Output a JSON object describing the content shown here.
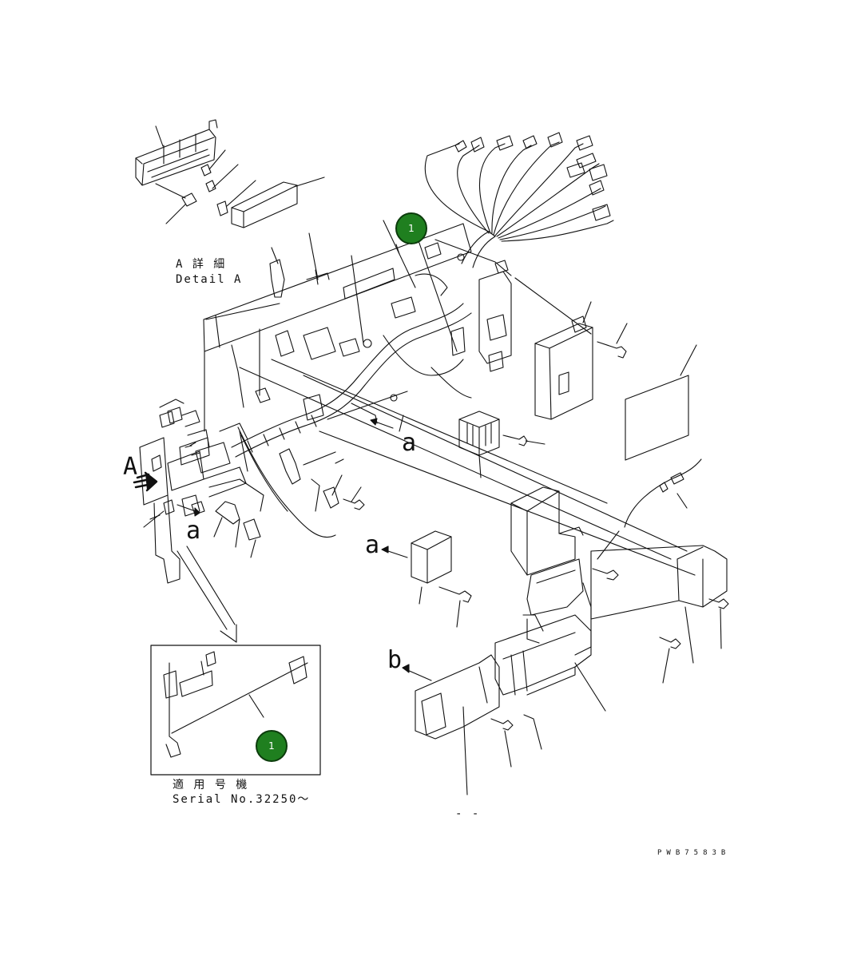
{
  "labels": {
    "view_arrow_letter": "A",
    "detail_jp": "A 詳 細",
    "detail_en": "Detail A",
    "ref_a_1": "a",
    "ref_a_2": "a",
    "ref_a_3": "a",
    "ref_b": "b",
    "serial_jp": "適 用 号 機",
    "serial_en": "Serial No.32250～",
    "dash_mark": "- -",
    "drawing_code": "PWB7583B"
  },
  "callouts": [
    "1",
    "1"
  ],
  "colors": {
    "line": "#111111",
    "callout_fill": "#1f7f1f",
    "callout_border": "#0c3c0c",
    "callout_text": "#ffffff"
  }
}
